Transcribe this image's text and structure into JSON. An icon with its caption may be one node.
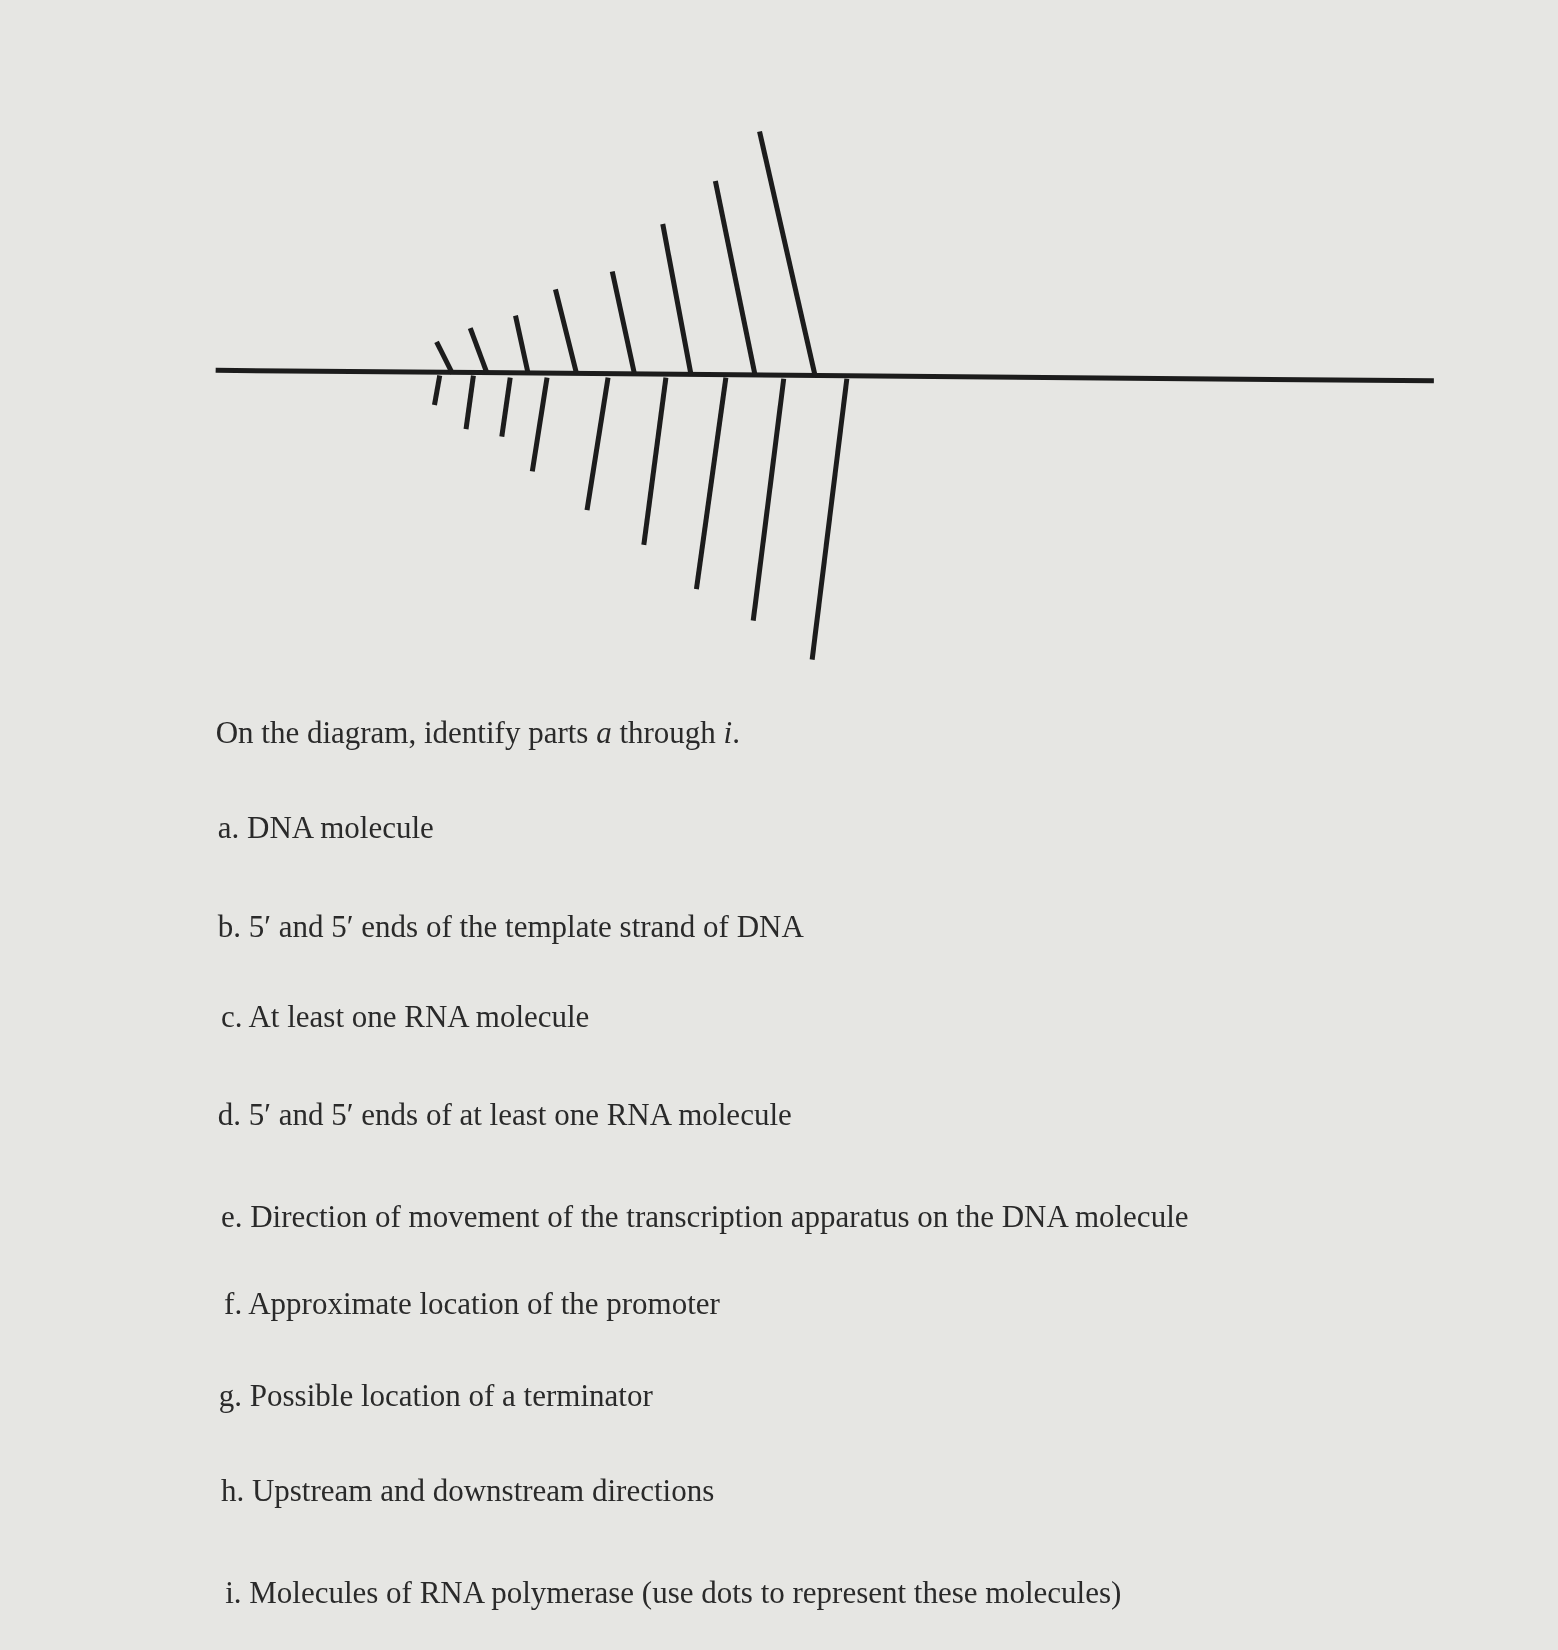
{
  "diagram": {
    "labels": [
      "On the diagram, identify parts *a* through *i*.",
      "a. DNA molecule",
      "b. 5′ and 5′ ends of the template strand of DNA",
      "c. At least one RNA molecule",
      "d. 5′ and 5′ ends of at least one RNA molecule",
      "e. Direction of movement of the transcription apparatus on the DNA molecule",
      "f. Approximate location of the promoter",
      "g. Possible location of a terminator",
      "h. Upstream and downstream directions",
      "i. Molecules of RNA polymerase (use dots to represent these molecules)"
    ]
  }
}
